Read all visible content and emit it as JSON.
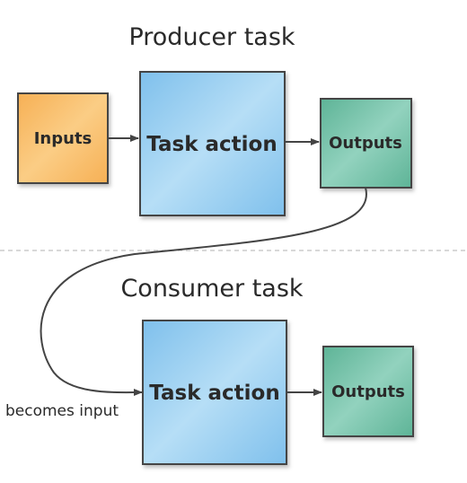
{
  "producer": {
    "title": "Producer task",
    "inputs_label": "Inputs",
    "action_label": "Task action",
    "outputs_label": "Outputs"
  },
  "consumer": {
    "title": "Consumer task",
    "action_label": "Task action",
    "outputs_label": "Outputs"
  },
  "connector_label": "becomes input",
  "colors": {
    "inputs_fill": "#f8b95c",
    "action_fill": "#8ec9ef",
    "outputs_fill": "#6fbfa6",
    "stroke": "#444444",
    "divider": "#cccccc"
  }
}
